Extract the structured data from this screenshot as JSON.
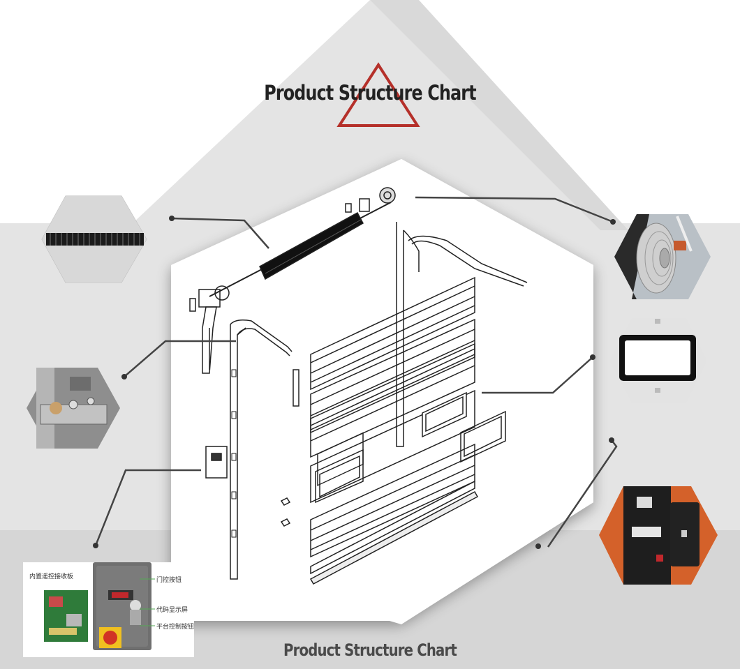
{
  "header": {
    "title": "Product Structure Chart"
  },
  "footer": {
    "title": "Product Structure Chart"
  },
  "colors": {
    "accent": "#b5302a",
    "background_gray": "#e6e6e6",
    "leader": "#444444"
  },
  "callouts": [
    {
      "name": "torsion-spring",
      "icon": "spring-icon"
    },
    {
      "name": "cable-drum",
      "icon": "drum-icon"
    },
    {
      "name": "roller-bracket",
      "icon": "bracket-icon"
    },
    {
      "name": "panel-window",
      "icon": "window-icon"
    },
    {
      "name": "motor-unit",
      "icon": "motor-icon"
    },
    {
      "name": "control-box",
      "icon": "control-box-icon"
    }
  ],
  "control_box_labels": {
    "board": "内置遥控接收板",
    "button": "门控按钮",
    "display": "代码显示屏",
    "control": "平台控制按钮"
  }
}
